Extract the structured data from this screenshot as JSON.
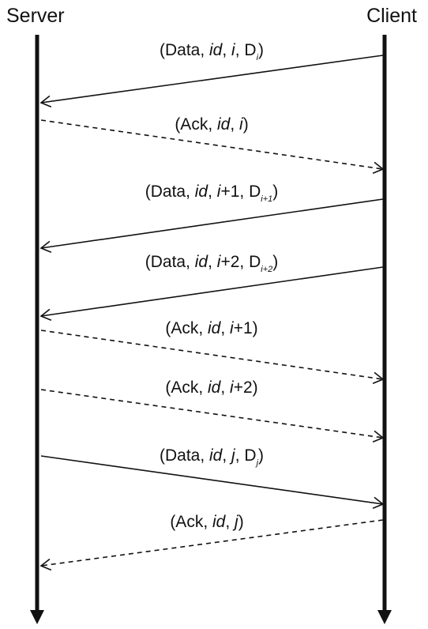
{
  "actors": {
    "server": "Server",
    "client": "Client"
  },
  "messages": [
    {
      "open": "(Data, ",
      "id": "id",
      "sep1": ", ",
      "seq_var": "i",
      "seq_suffix": "",
      "sep2": ", D",
      "sub": "i",
      "close": ")",
      "from": "client",
      "style": "solid"
    },
    {
      "open": "(Ack, ",
      "id": "id",
      "sep1": ", ",
      "seq_var": "i",
      "seq_suffix": "",
      "sep2": "",
      "sub": "",
      "close": ")",
      "from": "server",
      "style": "dashed"
    },
    {
      "open": "(Data, ",
      "id": "id",
      "sep1": ", ",
      "seq_var": "i",
      "seq_suffix": "+1",
      "sep2": ", D",
      "sub": "i+1",
      "close": ")",
      "from": "client",
      "style": "solid"
    },
    {
      "open": "(Data, ",
      "id": "id",
      "sep1": ", ",
      "seq_var": "i",
      "seq_suffix": "+2",
      "sep2": ", D",
      "sub": "i+2",
      "close": ")",
      "from": "client",
      "style": "solid"
    },
    {
      "open": "(Ack, ",
      "id": "id",
      "sep1": ", ",
      "seq_var": "i",
      "seq_suffix": "+1",
      "sep2": "",
      "sub": "",
      "close": ")",
      "from": "server",
      "style": "dashed"
    },
    {
      "open": "(Ack, ",
      "id": "id",
      "sep1": ", ",
      "seq_var": "i",
      "seq_suffix": "+2",
      "sep2": "",
      "sub": "",
      "close": ")",
      "from": "server",
      "style": "dashed"
    },
    {
      "open": "(Data, ",
      "id": "id",
      "sep1": ", ",
      "seq_var": "j",
      "seq_suffix": "",
      "sep2": ", D",
      "sub": "j",
      "close": ")",
      "from": "server",
      "style": "solid"
    },
    {
      "open": "(Ack, ",
      "id": "id",
      "sep1": ", ",
      "seq_var": "j",
      "seq_suffix": "",
      "sep2": "",
      "sub": "",
      "close": ")",
      "from": "client",
      "style": "dashed"
    }
  ],
  "colors": {
    "line": "#111111",
    "text": "#111111"
  }
}
